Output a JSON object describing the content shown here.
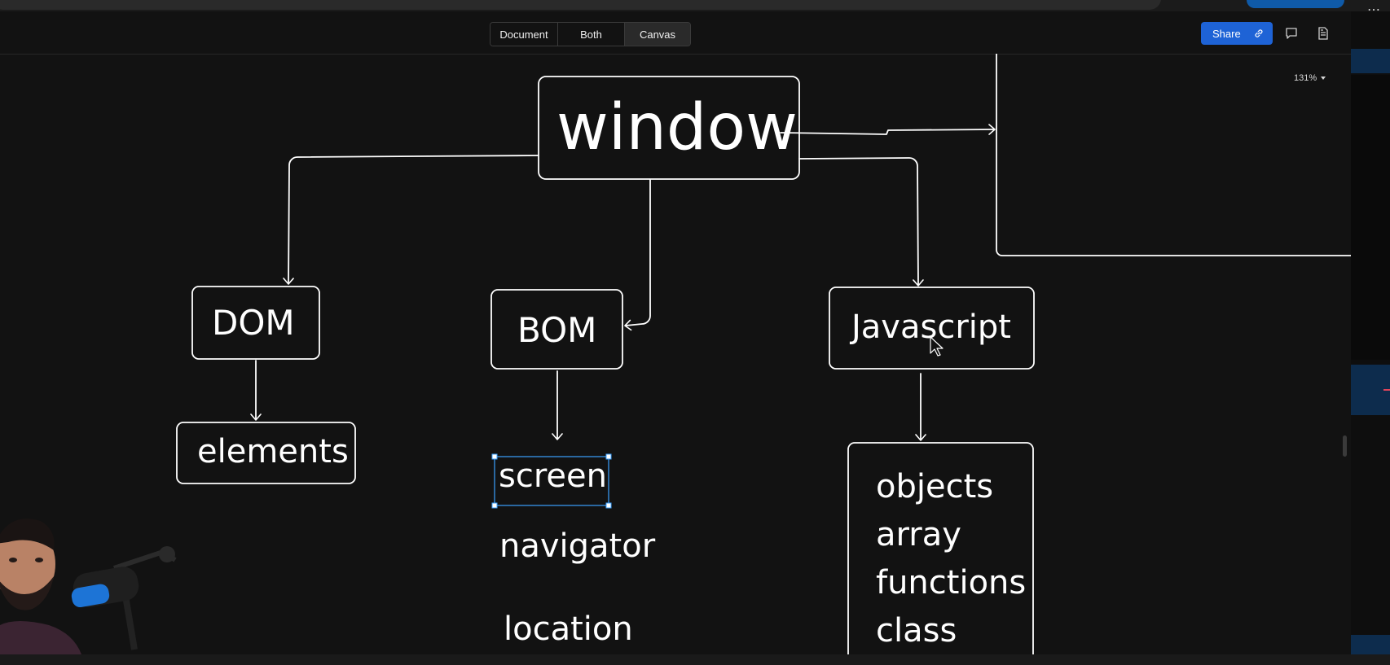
{
  "toolbar": {
    "view_modes": [
      {
        "label": "Document",
        "active": false
      },
      {
        "label": "Both",
        "active": false
      },
      {
        "label": "Canvas",
        "active": true
      }
    ],
    "share_label": "Share",
    "zoom": "131%"
  },
  "diagram": {
    "window": "window",
    "dom": "DOM",
    "bom": "BOM",
    "javascript": "Javascript",
    "elements": "elements",
    "screen": "screen",
    "navigator": "navigator",
    "location": "location",
    "js_items": [
      "objects",
      "array",
      "functions",
      "class"
    ]
  },
  "colors": {
    "canvas_bg": "#121212",
    "stroke": "#ffffff",
    "selection": "#3aa0ff",
    "share_bg": "#1e63d6"
  }
}
